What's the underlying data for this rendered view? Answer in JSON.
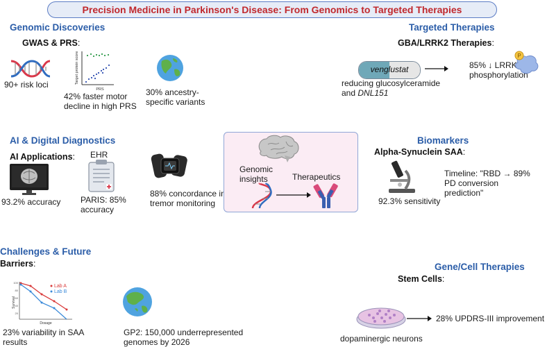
{
  "title": "Precision Medicine in Parkinson's Disease: From Genomics to Targeted Therapies",
  "genomic": {
    "heading": "Genomic Discoveries",
    "sub": "GWAS & PRS",
    "sub_colon": ":",
    "risk_loci": "90+ risk loci",
    "plot_ylabel": "Target protein score",
    "plot_xlabel": "PRS",
    "motor_decline": "42% faster motor decline in high PRS",
    "ancestry": "30% ancestry-specific variants"
  },
  "targeted": {
    "heading": "Targeted Therapies",
    "sub": "GBA/LRRK2 Therapies",
    "sub_colon": ":",
    "pill_label": "venglustat",
    "badge_p": "P",
    "desc_line1": "reducing glucosylceramide",
    "desc_and": "and ",
    "desc_drug": "DNL151",
    "lrrk2": "85% ↓ LRRK2 phosphorylation"
  },
  "ai": {
    "heading": "AI & Digital Diagnostics",
    "sub": "AI Applications",
    "sub_colon": ":",
    "ehr": "EHR",
    "accuracy": "93.2% accuracy",
    "paris": "PARIS: 85% accuracy",
    "tremor": "88% concordance in tremor monitoring"
  },
  "center": {
    "genomic_insights": "Genomic insights",
    "therapeutics": "Therapeutics"
  },
  "biomarkers": {
    "heading": "Biomarkers",
    "sub": "Alpha-Synuclein SAA",
    "sub_colon": ":",
    "timeline": "Timeline: \"RBD → 89% PD conversion prediction\"",
    "sensitivity": "92.3% sensitivity"
  },
  "challenges": {
    "heading": "Challenges & Future",
    "sub": "Barriers",
    "sub_colon": ":",
    "legend_a": "Lab A",
    "legend_b": "Lab B",
    "chart_ylabel": "Survival",
    "chart_xlabel": "Dosage",
    "variability": "23% variability in SAA results",
    "gp2": "GP2: 150,000 underrepresented genomes by 2026"
  },
  "gene": {
    "heading": "Gene/Cell Therapies",
    "sub": "Stem Cells",
    "sub_colon": ":",
    "neurons": "dopaminergic neurons",
    "updrs": "28% UPDRS-III improvement"
  },
  "colors": {
    "title_red": "#c0282d",
    "heading_blue": "#2b5da8",
    "lab_a": "#d93a3a",
    "lab_b": "#3a8ad9"
  }
}
